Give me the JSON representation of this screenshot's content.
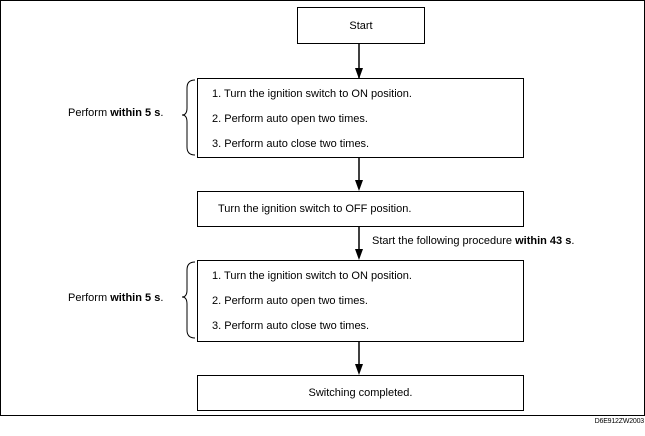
{
  "start_box": {
    "label": "Start"
  },
  "group1": {
    "perform_prefix": "Perform ",
    "perform_bold": "within 5 s",
    "perform_suffix": ".",
    "steps": [
      "1. Turn the ignition switch to ON position.",
      "2. Perform auto open two times.",
      "3. Perform auto close two times."
    ]
  },
  "off_box": {
    "label": "Turn the ignition switch to OFF position."
  },
  "transition": {
    "prefix": "Start the following procedure ",
    "bold": "within 43 s",
    "suffix": "."
  },
  "group2": {
    "perform_prefix": "Perform ",
    "perform_bold": "within 5 s",
    "perform_suffix": ".",
    "steps": [
      "1. Turn the ignition switch to ON position.",
      "2. Perform auto open two times.",
      "3. Perform auto close two times."
    ]
  },
  "end_box": {
    "label": "Switching completed."
  },
  "figure_code": "D6E912ZW2003"
}
